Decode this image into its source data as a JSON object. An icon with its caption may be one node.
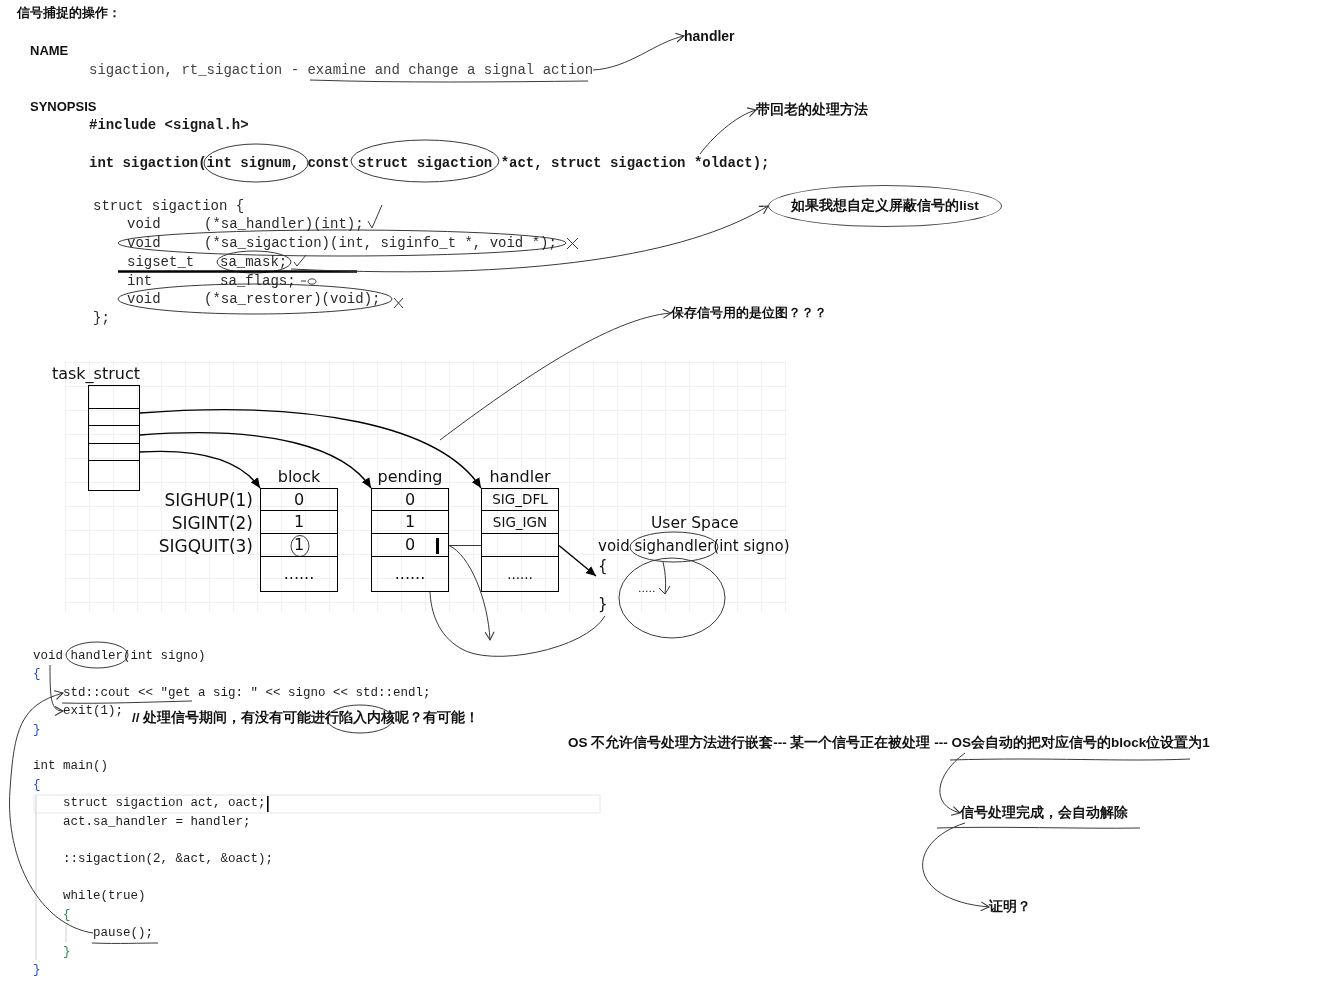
{
  "diagram": {
    "title": "信号捕捉的操作：",
    "nodes": [
      {
        "text": [
          "handler"
        ]
      },
      {
        "text": [
          "sigaction, rt_sigaction - examine and change a signal action"
        ]
      },
      {
        "text": [
          "带回老的处理方法"
        ]
      },
      {
        "text": [
          "int sigaction(int signum, const struct sigaction *act, struct sigaction *oldact);"
        ]
      },
      {
        "text": [
          "如果我想自定义屏蔽信号的list"
        ]
      },
      {
        "text": [
          "sigset_t",
          "sa_mask;"
        ]
      },
      {
        "text": [
          "保存信号用的是位图？？？"
        ]
      },
      {
        "text": [
          "task_struct"
        ]
      },
      {
        "text": [
          "block"
        ]
      },
      {
        "text": [
          "0"
        ],
        "in": 8
      },
      {
        "text": [
          "1"
        ],
        "in": 8
      },
      {
        "text": [
          "1"
        ],
        "in": 8
      },
      {
        "text": [
          "......"
        ],
        "in": 8
      },
      {
        "text": [
          "pending"
        ]
      },
      {
        "text": [
          "0"
        ],
        "in": 13
      },
      {
        "text": [
          "1"
        ],
        "in": 13
      },
      {
        "text": [
          "0"
        ],
        "in": 13
      },
      {
        "text": [
          "......"
        ],
        "in": 13
      },
      {
        "text": [
          "handler"
        ]
      },
      {
        "text": [
          "SIG_DFL"
        ],
        "in": 18
      },
      {
        "text": [
          "SIG_IGN"
        ],
        "in": 18
      },
      {
        "text": [],
        "shape": "box",
        "in": 18
      },
      {
        "text": [
          "......"
        ],
        "in": 18
      },
      {
        "text": [
          "void sighandler(int signo)",
          "{",
          ".....",
          "}"
        ]
      },
      {
        "text": [
          "void handler(int signo)"
        ]
      },
      {
        "text": [
          "std::cout << \"get a sig: \" << signo << std::endl;"
        ]
      },
      {
        "text": [
          "exit(1);"
        ]
      },
      {
        "text": [
          "pause();"
        ]
      },
      {
        "text": [
          "OS 不允许信号处理方法进行嵌套--- 某一个信号正在被处理 --- OS会自动的把对应信号的block位设置为1"
        ]
      },
      {
        "text": [
          "信号处理完成，会自动解除"
        ]
      },
      {
        "text": [
          "证明？"
        ]
      }
    ],
    "edges": [
      {
        "from": 1,
        "to": 0,
        "arrow": "to"
      },
      {
        "from": 3,
        "to": 2,
        "arrow": "to"
      },
      {
        "from": 5,
        "to": 4,
        "arrow": "to"
      },
      {
        "from": null,
        "to": 6,
        "arrow": "to"
      },
      {
        "from": 7,
        "to": 8,
        "arrow": "to"
      },
      {
        "from": 7,
        "to": 13,
        "arrow": "to"
      },
      {
        "from": 7,
        "to": 18,
        "arrow": "to"
      },
      {
        "from": 21,
        "to": 23,
        "arrow": "to"
      },
      {
        "from": 16,
        "to": null,
        "arrow": "to"
      },
      {
        "from": 16,
        "to": 21,
        "arrow": "none"
      },
      {
        "from": 23,
        "to": 17,
        "arrow": "none"
      },
      {
        "from": 24,
        "to": 26,
        "arrow": "to"
      },
      {
        "from": 27,
        "to": 25,
        "arrow": "to"
      },
      {
        "from": 28,
        "to": 29,
        "arrow": "to"
      },
      {
        "from": 29,
        "to": 30,
        "arrow": "to"
      }
    ],
    "labels": [
      "NAME",
      "SYNOPSIS",
      "#include <signal.h>",
      "struct sigaction {",
      "void",
      "(*sa_handler)(int);",
      "void",
      "(*sa_sigaction)(int, siginfo_t *, void *);",
      "int",
      "sa_flags;",
      "void",
      "(*sa_restorer)(void);",
      "};",
      "SIGHUP(1)",
      "SIGINT(2)",
      "SIGQUIT(3)",
      "User Space",
      "{",
      "// 处理信号期间，有没有可能进行陷入内核呢？有可能！",
      "}",
      "int main()",
      "{",
      "struct sigaction act, oact;",
      "act.sa_handler = handler;",
      "::sigaction(2, &act, &oact);",
      "while(true)",
      "{",
      "}",
      "}"
    ]
  }
}
